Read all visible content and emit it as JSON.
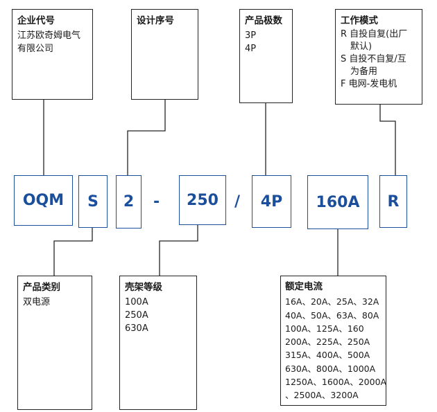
{
  "codes": {
    "c1": "OQM",
    "c2": "S",
    "c3": "2",
    "sep1": "-",
    "c4": "250",
    "sep2": "/",
    "c5": "4P",
    "c6": "160A",
    "c7": "R"
  },
  "boxes": {
    "enterprise": {
      "title": "企业代号",
      "lines": [
        "江苏欧奇姆电气",
        "有限公司"
      ]
    },
    "design": {
      "title": "设计序号",
      "lines": []
    },
    "poles": {
      "title": "产品极数",
      "lines": [
        "3P",
        "4P"
      ]
    },
    "mode": {
      "title": "工作模式",
      "lines": [
        "R 自投自复(出厂",
        "默认)",
        "S 自投不自复/互",
        "为备用",
        "F  电网-发电机"
      ]
    },
    "category": {
      "title": "产品类别",
      "lines": [
        "双电源"
      ]
    },
    "frame": {
      "title": "壳架等级",
      "lines": [
        "100A",
        "250A",
        "630A"
      ]
    },
    "current": {
      "title": "额定电流",
      "lines": [
        "16A、20A、25A、32A",
        "40A、50A、63A、80A",
        "100A、125A、160",
        "200A、225A、250A",
        "315A、400A、500A",
        "630A、800A、1000A",
        "1250A、1600A、2000A",
        "、2500A、3200A"
      ]
    }
  }
}
